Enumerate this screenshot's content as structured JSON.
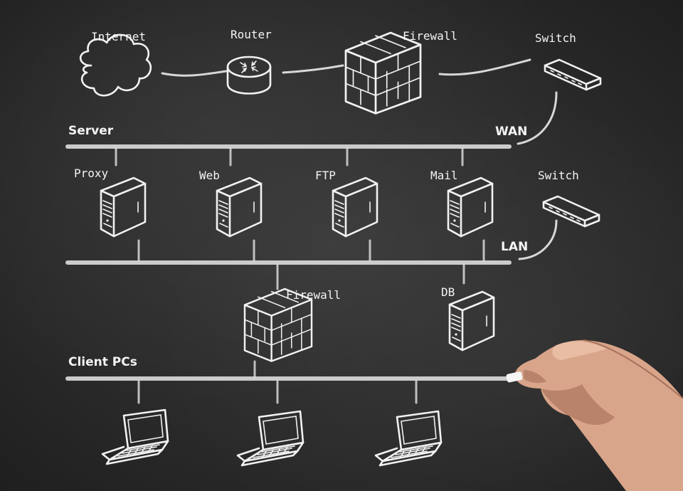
{
  "labels": {
    "internet": "Internet",
    "router": "Router",
    "firewall_top": "Firewall",
    "switch_wan": "Switch",
    "server": "Server",
    "wan": "WAN",
    "proxy": "Proxy",
    "web": "Web",
    "ftp": "FTP",
    "mail": "Mail",
    "switch_lan": "Switch",
    "lan": "LAN",
    "firewall_bottom": "Firewall",
    "db": "DB",
    "client_pcs": "Client PCs"
  },
  "icons": {
    "internet": "cloud-icon",
    "router": "router-icon",
    "firewall": "brick-firewall-icon",
    "switch": "network-switch-icon",
    "server": "tower-server-icon",
    "laptop": "laptop-icon",
    "hand": "hand-holding-chalk"
  },
  "colors": {
    "chalkboard": "#2b2b2b",
    "chalk": "#f2f2f2"
  }
}
